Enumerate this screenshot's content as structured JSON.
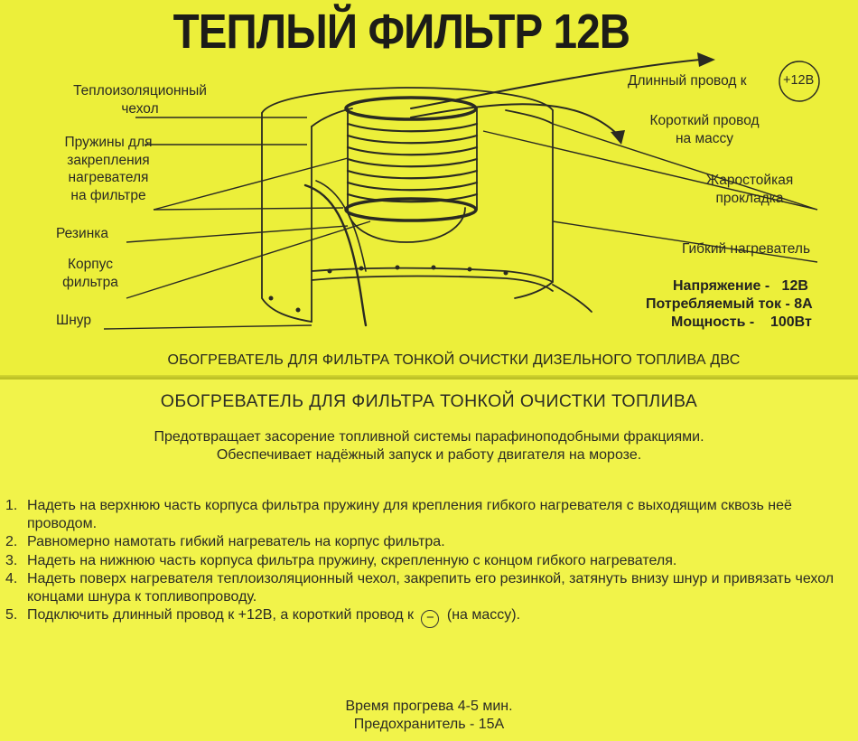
{
  "top": {
    "title": "ТЕПЛЫЙ ФИЛЬТР 12В",
    "labels": {
      "insulation_line1": "Теплоизоляционный",
      "insulation_line2": "чехол",
      "springs_line1": "Пружины для",
      "springs_line2": "закрепления",
      "springs_line3": "нагревателя",
      "springs_line4": "на фильтре",
      "rubber": "Резинка",
      "housing_line1": "Корпус",
      "housing_line2": "фильтра",
      "cord": "Шнур",
      "long_wire": "Длинный провод к",
      "plus12": "+12В",
      "short_wire_line1": "Короткий провод",
      "short_wire_line2": "на массу",
      "gasket_line1": "Жаростойкая",
      "gasket_line2": "прокладка",
      "flex_heater": "Гибкий нагреватель"
    },
    "specs": {
      "voltage": "Напряжение -   12В",
      "current": "Потребляемый ток - 8А",
      "power": "Мощность -    100Вт"
    },
    "caption": "ОБОГРЕВАТЕЛЬ ДЛЯ ФИЛЬТРА ТОНКОЙ ОЧИСТКИ ДИЗЕЛЬНОГО ТОПЛИВА  ДВС"
  },
  "bottom": {
    "heading": "ОБОГРЕВАТЕЛЬ ДЛЯ ФИЛЬТРА ТОНКОЙ ОЧИСТКИ ТОПЛИВА",
    "intro_line1": "Предотвращает засорение топливной системы парафиноподобными фракциями.",
    "intro_line2": "Обеспечивает надёжный запуск и работу двигателя на морозе.",
    "steps": [
      {
        "n": "1.",
        "text": "Надеть на верхнюю часть корпуса фильтра пружину для крепления гибкого нагревателя с выходящим сквозь неё проводом."
      },
      {
        "n": "2.",
        "text": "Равномерно намотать гибкий нагреватель на корпус фильтра."
      },
      {
        "n": "3.",
        "text": "Надеть на нижнюю часть корпуса фильтра пружину, скрепленную с концом гибкого нагревателя."
      },
      {
        "n": "4.",
        "text": "Надеть поверх нагревателя теплоизоляционный чехол, закрепить его резинкой, затянуть внизу шнур и привязать чехол концами шнура к топливопроводу."
      }
    ],
    "step5": {
      "n": "5.",
      "before": "Подключить длинный провод к +12В, а короткий провод к",
      "symbol": "−",
      "after": "(на массу)."
    },
    "warmup": "Время прогрева 4-5 мин.",
    "fuse": "Предохранитель - 15А"
  },
  "colors": {
    "paper_top": "#ecef3a",
    "paper_bottom": "#f1f34a",
    "ink": "#2b2b24"
  },
  "icons": [
    "plus-12v-circle-icon",
    "minus-circle-icon",
    "arrow-icon"
  ]
}
